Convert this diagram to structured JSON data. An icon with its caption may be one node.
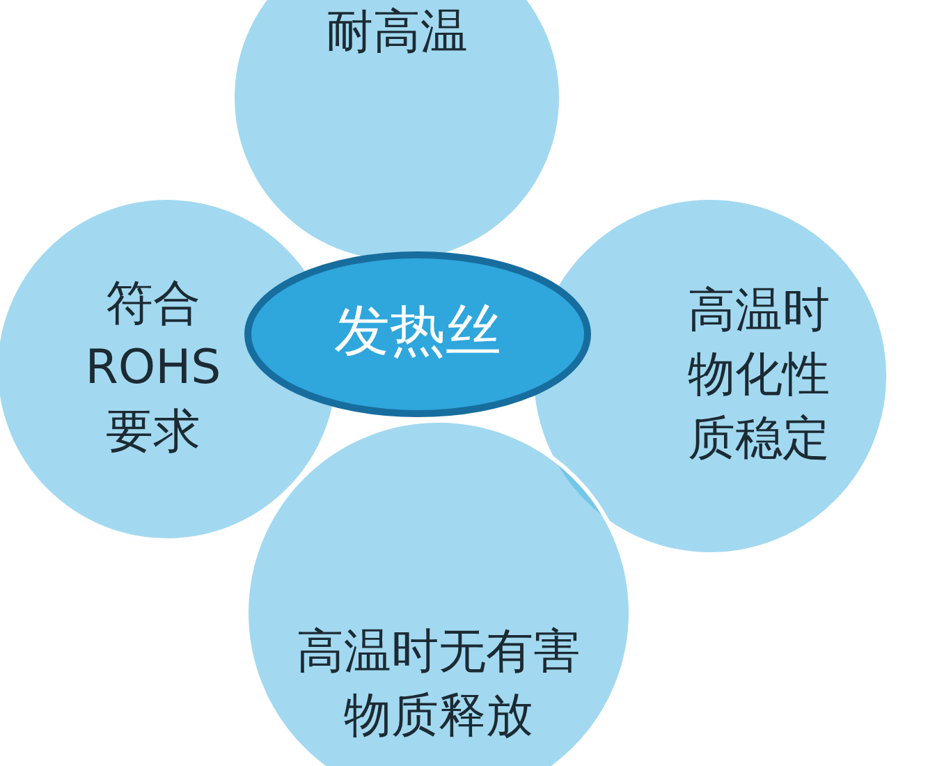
{
  "diagram": {
    "nodes": [
      {
        "text": [
          "耐高温"
        ]
      },
      {
        "text": [
          "符合ROHS要求"
        ]
      },
      {
        "text": [
          "发热丝"
        ]
      },
      {
        "text": [
          "高温时物化性质稳定"
        ]
      },
      {
        "text": [
          "高温时无有害物质释放"
        ]
      }
    ]
  }
}
